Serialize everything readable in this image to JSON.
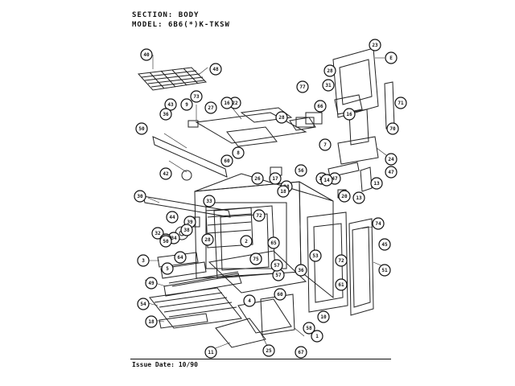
{
  "header": {
    "section_label": "SECTION:",
    "section_value": "BODY",
    "model_label": "MODEL:",
    "model_value": "6B6(*)K-TKSW"
  },
  "callouts": [
    "40",
    "48",
    "73",
    "22",
    "16",
    "43",
    "9",
    "27",
    "28",
    "66",
    "77",
    "23",
    "E",
    "28",
    "31",
    "16",
    "71",
    "70",
    "50",
    "36",
    "8",
    "24",
    "13",
    "47",
    "7",
    "42",
    "60",
    "56",
    "26",
    "17",
    "28",
    "18",
    "15",
    "47",
    "14",
    "13",
    "30",
    "39",
    "33",
    "20",
    "72",
    "74",
    "44",
    "38",
    "34",
    "32",
    "28",
    "36",
    "50",
    "13",
    "2",
    "45",
    "3",
    "5",
    "64",
    "75",
    "65",
    "57",
    "72",
    "53",
    "61",
    "51",
    "49",
    "4",
    "60",
    "57",
    "36",
    "54",
    "18",
    "1",
    "58",
    "11",
    "25",
    "67",
    "10"
  ],
  "footer": {
    "issue_label": "Issue Date:",
    "issue_value": "10/90"
  }
}
